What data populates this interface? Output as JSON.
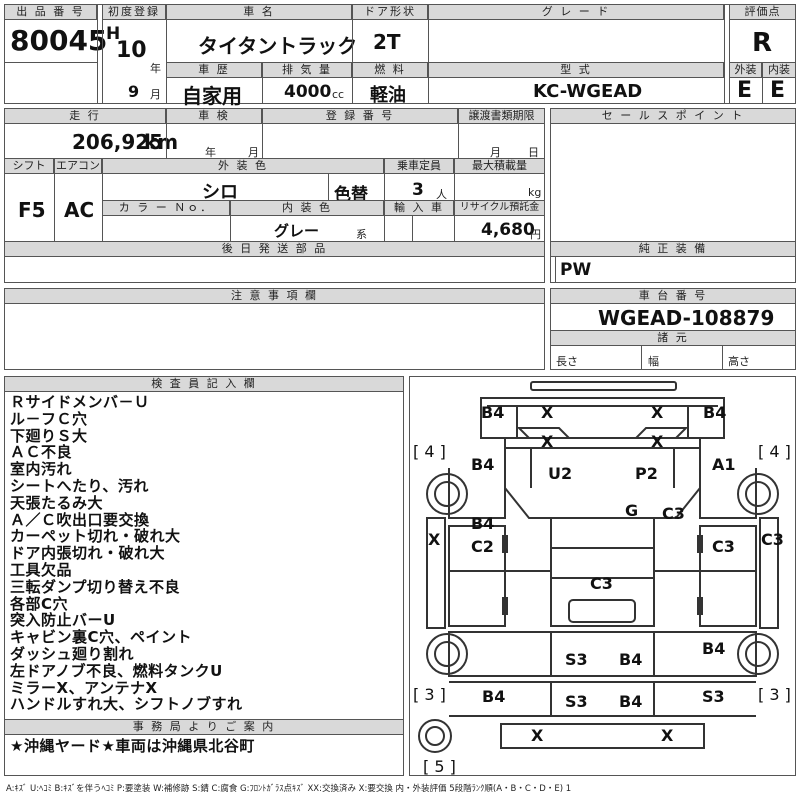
{
  "header": {
    "lot_no_label": "出 品 番 号",
    "lot_no": "80045",
    "first_reg_label": "初度登録",
    "era": "H",
    "year_num": "10",
    "year_unit": "年",
    "month_num": "9",
    "month_unit": "月",
    "car_name_label": "車 名",
    "car_name": "タイタントラック",
    "door_label": "ドア形状",
    "door": "2T",
    "grade_label": "グ レ ー ド",
    "grade": "",
    "score_label": "評価点",
    "score": "R",
    "history_label": "車 歴",
    "history": "自家用",
    "displacement_label": "排 気 量",
    "displacement": "4000",
    "displacement_unit": "cc",
    "fuel_label": "燃 料",
    "fuel": "軽油",
    "model_label": "型 式",
    "model": "KC-WGEAD",
    "exterior_label": "外装",
    "interior_label": "内装",
    "exterior_grade": "E",
    "interior_grade": "E"
  },
  "row2": {
    "mileage_label": "走 行",
    "mileage": "206,925",
    "mileage_unit": "km",
    "inspection_label": "車 検",
    "insp_year_unit": "年",
    "insp_month_unit": "月",
    "reg_no_label": "登 録 番 号",
    "transfer_label": "譲渡書類期限",
    "transfer_month": "月",
    "transfer_day": "日",
    "sales_point_label": "セ ー ル ス ポ イ ン ト",
    "shift_label": "シフト",
    "shift": "F5",
    "ac_label": "エアコン",
    "ac": "AC",
    "ext_color_label": "外 装 色",
    "ext_color": "シロ",
    "color_change": "色替",
    "capacity_label": "乗車定員",
    "capacity": "3",
    "capacity_unit": "人",
    "max_load_label": "最大積載量",
    "max_load_unit": "kg",
    "color_no_label": "カ ラ ー Ｎｏ．",
    "int_color_label": "内 装 色",
    "int_color": "グレー",
    "int_color_unit": "系",
    "import_label": "輸 入 車",
    "recycle_label": "リサイクル預託金",
    "recycle": "4,680",
    "recycle_unit": "円",
    "parts_label": "後 日 発 送 部 品",
    "genuine_label": "純 正 装 備",
    "genuine": "PW"
  },
  "notes_section": {
    "caution_label": "注 意 事 項 欄",
    "chassis_label": "車 台 番 号",
    "chassis_no": "WGEAD-108879",
    "specs_label": "諸 元",
    "length_label": "長さ",
    "width_label": "幅",
    "height_label": "高さ"
  },
  "inspector": {
    "label": "検 査 員 記 入 欄",
    "notes": [
      "Ｒサイドメンバ－Ｕ",
      "ル－フＣ穴",
      "下廻りＳ大",
      "ＡＣ不良",
      "室内汚れ",
      "シートへたり、汚れ",
      "天張たるみ大",
      "Ａ／Ｃ吹出口要交換",
      "カーペット切れ・破れ大",
      "ドア内張切れ・破れ大",
      "工具欠品",
      "三転ダンプ切り替え不良",
      "各部C穴",
      "突入防止バーU",
      "キャビン裏C穴、ペイント",
      "ダッシュ廻り割れ",
      "左ドアノブ不良、燃料タンクU",
      "ミラーX、アンテナX",
      "ハンドルすれ大、シフトノブすれ"
    ],
    "office_label": "事 務 局 よ り ご 案 内",
    "office_note": "★沖縄ヤード★車両は沖縄県北谷町"
  },
  "diagram": {
    "labels": {
      "b4_tl": "B4",
      "x_tl": "X",
      "x_tr": "X",
      "b4_tr": "B4",
      "x_ml": "X",
      "x_mr": "X",
      "tire_fl": "[ 4 ]",
      "tire_fr": "[ 4 ]",
      "b4_l": "B4",
      "u2": "U2",
      "p2": "P2",
      "a1": "A1",
      "g": "G",
      "c3_door": "C3",
      "b4_side": "B4",
      "x_side": "X",
      "c2": "C2",
      "c3_rside": "C3",
      "c3_far": "C3",
      "c3_bed": "C3",
      "s3_a": "S3",
      "b4_a": "B4",
      "b4_r": "B4",
      "tire_rl": "[ 3 ]",
      "tire_rr": "[ 3 ]",
      "b4_rl": "B4",
      "s3_b": "S3",
      "b4_b": "B4",
      "s3_r": "S3",
      "x_bl": "X",
      "x_br": "X",
      "tire_spare": "[ 5 ]"
    }
  },
  "legend": "A:ｷｽﾞ U:ﾍｺﾐ B:ｷｽﾞを伴うﾍｺﾐ P:要塗装 W:補修跡 S:錆 C:腐食 G:ﾌﾛﾝﾄｶﾞﾗｽ点ｷｽﾞ XX:交換済み X:要交換 内・外装評価 5段階ﾗﾝｸ順(A・B・C・D・E) 1"
}
